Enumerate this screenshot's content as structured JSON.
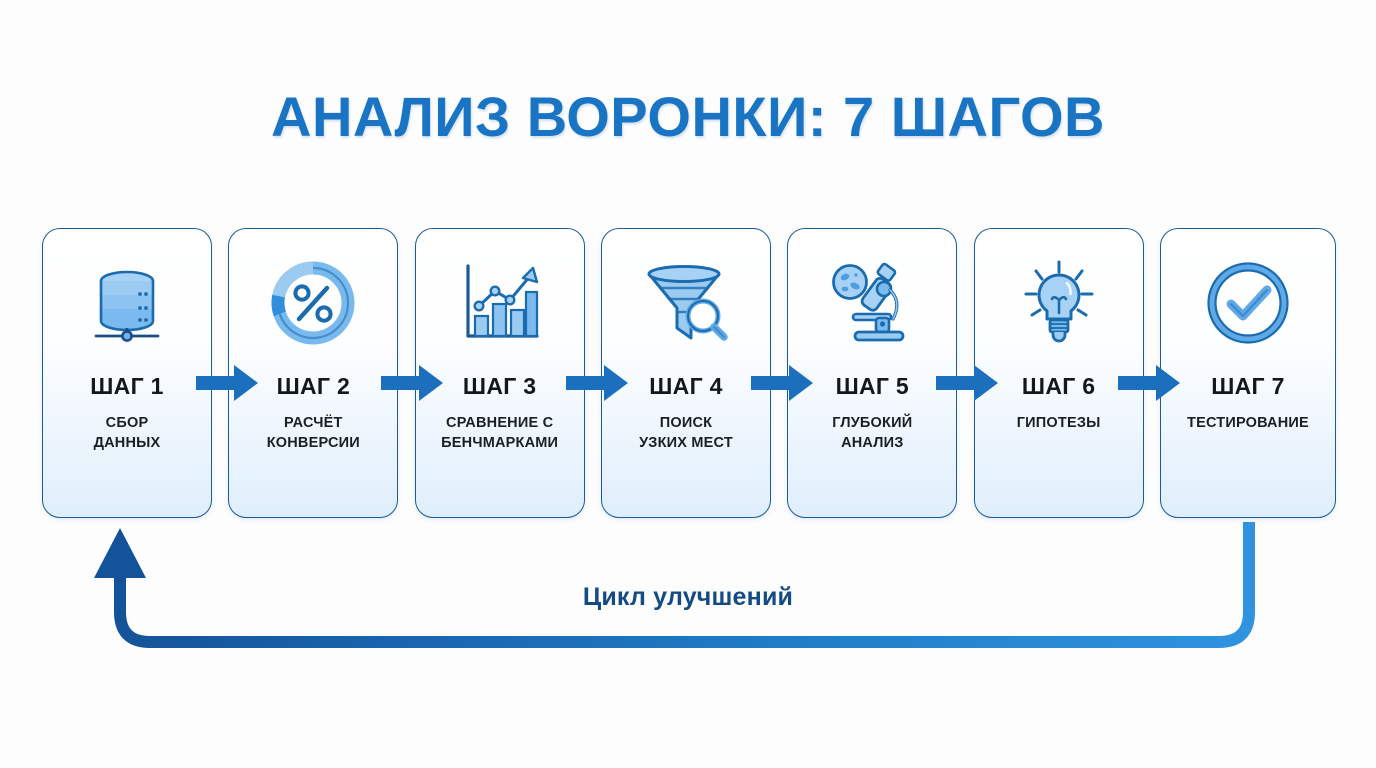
{
  "page": {
    "title": "АНАЛИЗ ВОРОНКИ: 7 ШАГОВ",
    "background_color": "#fdfdfe",
    "title_color": "#1a74c4"
  },
  "colors": {
    "accent_blue": "#1a74c4",
    "icon_light": "#9ccbf2",
    "icon_outline": "#1b6cae",
    "card_border": "#1c5c94",
    "arrow_blue": "#1b6fbd",
    "loop_start": "#2f93e0",
    "loop_end": "#14539a",
    "label_navy": "#134b82"
  },
  "steps": [
    {
      "number": "ШАГ 1",
      "description": "СБОР\nДАННЫХ",
      "icon": "database-icon"
    },
    {
      "number": "ШАГ 2",
      "description": "РАСЧЁТ\nКОНВЕРСИИ",
      "icon": "donut-percent-icon"
    },
    {
      "number": "ШАГ 3",
      "description": "СРАВНЕНИЕ С\nБЕНЧМАРКАМИ",
      "icon": "bar-chart-trend-icon"
    },
    {
      "number": "ШАГ 4",
      "description": "ПОИСК\nУЗКИХ МЕСТ",
      "icon": "funnel-magnifier-icon"
    },
    {
      "number": "ШАГ 5",
      "description": "ГЛУБОКИЙ\nАНАЛИЗ",
      "icon": "microscope-icon"
    },
    {
      "number": "ШАГ 6",
      "description": "ГИПОТЕЗЫ",
      "icon": "lightbulb-icon"
    },
    {
      "number": "ШАГ 7",
      "description": "ТЕСТИРОВАНИЕ",
      "icon": "check-circle-icon"
    }
  ],
  "connectors": {
    "count": 6,
    "shape": "right-arrow"
  },
  "feedback_loop": {
    "label": "Цикл улучшений",
    "direction": "right-to-left",
    "arrowhead": "up"
  }
}
